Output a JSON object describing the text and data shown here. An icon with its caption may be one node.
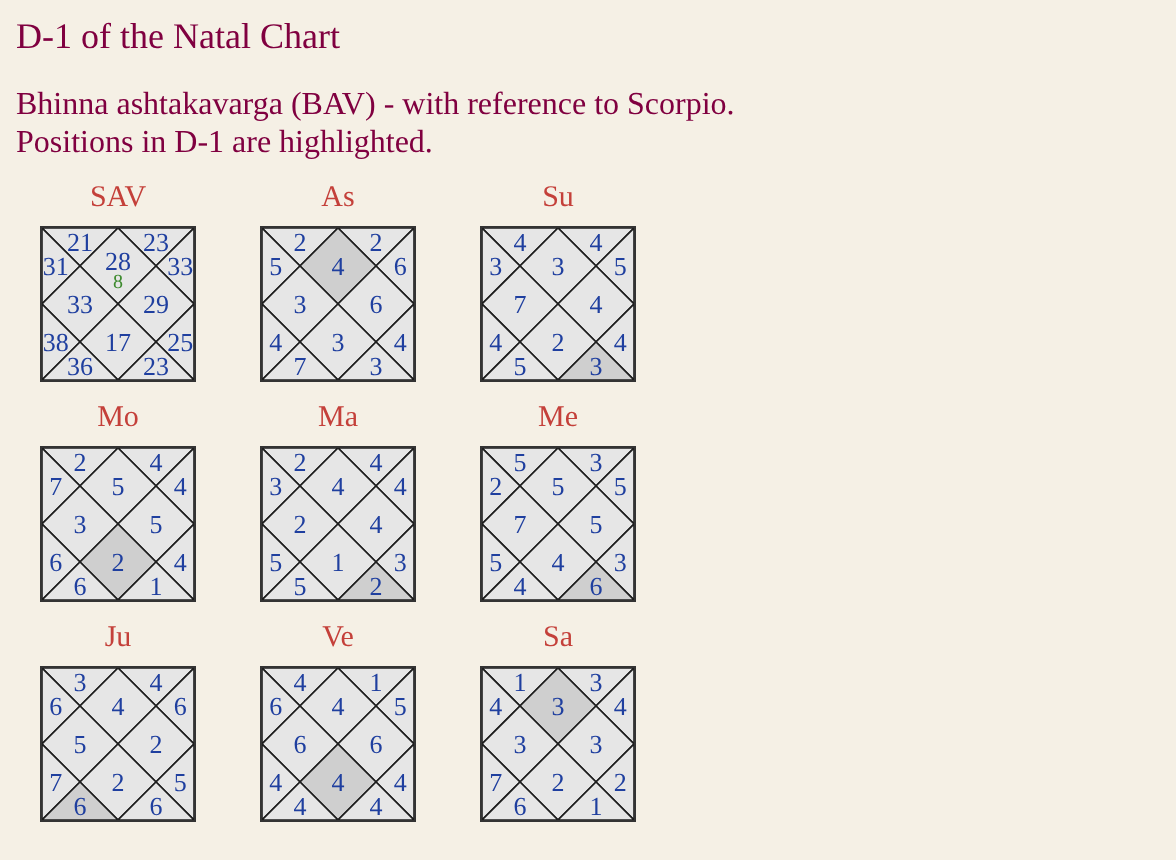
{
  "diagram": {
    "title": "D-1 of the Natal Chart",
    "labels": [
      "Bhinna ashtakavarga (BAV) - with reference to Scorpio.",
      "Positions in D-1 are highlighted."
    ],
    "nodes": [
      {
        "text": [
          "SAV"
        ]
      },
      {
        "text": [
          "21"
        ],
        "in": 0
      },
      {
        "text": [
          "23"
        ],
        "in": 0
      },
      {
        "text": [
          "31"
        ],
        "in": 0
      },
      {
        "text": [
          "28",
          "8"
        ],
        "in": 0
      },
      {
        "text": [
          "33"
        ],
        "in": 0
      },
      {
        "text": [
          "33"
        ],
        "in": 0
      },
      {
        "text": [
          "29"
        ],
        "in": 0
      },
      {
        "text": [
          "38"
        ],
        "in": 0
      },
      {
        "text": [
          "17"
        ],
        "in": 0
      },
      {
        "text": [
          "25"
        ],
        "in": 0
      },
      {
        "text": [
          "36"
        ],
        "in": 0
      },
      {
        "text": [
          "23"
        ],
        "in": 0
      },
      {
        "text": [
          "As"
        ]
      },
      {
        "text": [
          "2"
        ],
        "in": 13
      },
      {
        "text": [
          "2"
        ],
        "in": 13
      },
      {
        "text": [
          "5"
        ],
        "in": 13
      },
      {
        "text": [
          "4"
        ],
        "in": 13
      },
      {
        "text": [
          "6"
        ],
        "in": 13
      },
      {
        "text": [
          "3"
        ],
        "in": 13
      },
      {
        "text": [
          "6"
        ],
        "in": 13
      },
      {
        "text": [
          "4"
        ],
        "in": 13
      },
      {
        "text": [
          "3"
        ],
        "in": 13
      },
      {
        "text": [
          "4"
        ],
        "in": 13
      },
      {
        "text": [
          "7"
        ],
        "in": 13
      },
      {
        "text": [
          "3"
        ],
        "in": 13
      },
      {
        "text": [
          "Su"
        ]
      },
      {
        "text": [
          "4"
        ],
        "in": 26
      },
      {
        "text": [
          "4"
        ],
        "in": 26
      },
      {
        "text": [
          "3"
        ],
        "in": 26
      },
      {
        "text": [
          "3"
        ],
        "in": 26
      },
      {
        "text": [
          "5"
        ],
        "in": 26
      },
      {
        "text": [
          "7"
        ],
        "in": 26
      },
      {
        "text": [
          "4"
        ],
        "in": 26
      },
      {
        "text": [
          "4"
        ],
        "in": 26
      },
      {
        "text": [
          "2"
        ],
        "in": 26
      },
      {
        "text": [
          "4"
        ],
        "in": 26
      },
      {
        "text": [
          "5"
        ],
        "in": 26
      },
      {
        "text": [
          "3"
        ],
        "in": 26
      },
      {
        "text": [
          "Mo"
        ]
      },
      {
        "text": [
          "2"
        ],
        "in": 39
      },
      {
        "text": [
          "4"
        ],
        "in": 39
      },
      {
        "text": [
          "7"
        ],
        "in": 39
      },
      {
        "text": [
          "5"
        ],
        "in": 39
      },
      {
        "text": [
          "4"
        ],
        "in": 39
      },
      {
        "text": [
          "3"
        ],
        "in": 39
      },
      {
        "text": [
          "5"
        ],
        "in": 39
      },
      {
        "text": [
          "6"
        ],
        "in": 39
      },
      {
        "text": [
          "2"
        ],
        "in": 39
      },
      {
        "text": [
          "4"
        ],
        "in": 39
      },
      {
        "text": [
          "6"
        ],
        "in": 39
      },
      {
        "text": [
          "1"
        ],
        "in": 39
      },
      {
        "text": [
          "Ma"
        ]
      },
      {
        "text": [
          "2"
        ],
        "in": 52
      },
      {
        "text": [
          "4"
        ],
        "in": 52
      },
      {
        "text": [
          "3"
        ],
        "in": 52
      },
      {
        "text": [
          "4"
        ],
        "in": 52
      },
      {
        "text": [
          "4"
        ],
        "in": 52
      },
      {
        "text": [
          "2"
        ],
        "in": 52
      },
      {
        "text": [
          "4"
        ],
        "in": 52
      },
      {
        "text": [
          "5"
        ],
        "in": 52
      },
      {
        "text": [
          "1"
        ],
        "in": 52
      },
      {
        "text": [
          "3"
        ],
        "in": 52
      },
      {
        "text": [
          "5"
        ],
        "in": 52
      },
      {
        "text": [
          "2"
        ],
        "in": 52
      },
      {
        "text": [
          "Me"
        ]
      },
      {
        "text": [
          "5"
        ],
        "in": 65
      },
      {
        "text": [
          "3"
        ],
        "in": 65
      },
      {
        "text": [
          "2"
        ],
        "in": 65
      },
      {
        "text": [
          "5"
        ],
        "in": 65
      },
      {
        "text": [
          "5"
        ],
        "in": 65
      },
      {
        "text": [
          "7"
        ],
        "in": 65
      },
      {
        "text": [
          "5"
        ],
        "in": 65
      },
      {
        "text": [
          "5"
        ],
        "in": 65
      },
      {
        "text": [
          "4"
        ],
        "in": 65
      },
      {
        "text": [
          "3"
        ],
        "in": 65
      },
      {
        "text": [
          "4"
        ],
        "in": 65
      },
      {
        "text": [
          "6"
        ],
        "in": 65
      },
      {
        "text": [
          "Ju"
        ]
      },
      {
        "text": [
          "3"
        ],
        "in": 78
      },
      {
        "text": [
          "4"
        ],
        "in": 78
      },
      {
        "text": [
          "6"
        ],
        "in": 78
      },
      {
        "text": [
          "4"
        ],
        "in": 78
      },
      {
        "text": [
          "6"
        ],
        "in": 78
      },
      {
        "text": [
          "5"
        ],
        "in": 78
      },
      {
        "text": [
          "2"
        ],
        "in": 78
      },
      {
        "text": [
          "7"
        ],
        "in": 78
      },
      {
        "text": [
          "2"
        ],
        "in": 78
      },
      {
        "text": [
          "5"
        ],
        "in": 78
      },
      {
        "text": [
          "6"
        ],
        "in": 78
      },
      {
        "text": [
          "6"
        ],
        "in": 78
      },
      {
        "text": [
          "Ve"
        ]
      },
      {
        "text": [
          "4"
        ],
        "in": 91
      },
      {
        "text": [
          "1"
        ],
        "in": 91
      },
      {
        "text": [
          "6"
        ],
        "in": 91
      },
      {
        "text": [
          "4"
        ],
        "in": 91
      },
      {
        "text": [
          "5"
        ],
        "in": 91
      },
      {
        "text": [
          "6"
        ],
        "in": 91
      },
      {
        "text": [
          "6"
        ],
        "in": 91
      },
      {
        "text": [
          "4"
        ],
        "in": 91
      },
      {
        "text": [
          "4"
        ],
        "in": 91
      },
      {
        "text": [
          "4"
        ],
        "in": 91
      },
      {
        "text": [
          "4"
        ],
        "in": 91
      },
      {
        "text": [
          "4"
        ],
        "in": 91
      },
      {
        "text": [
          "Sa"
        ]
      },
      {
        "text": [
          "1"
        ],
        "in": 104
      },
      {
        "text": [
          "3"
        ],
        "in": 104
      },
      {
        "text": [
          "4"
        ],
        "in": 104
      },
      {
        "text": [
          "3"
        ],
        "in": 104
      },
      {
        "text": [
          "4"
        ],
        "in": 104
      },
      {
        "text": [
          "3"
        ],
        "in": 104
      },
      {
        "text": [
          "3"
        ],
        "in": 104
      },
      {
        "text": [
          "7"
        ],
        "in": 104
      },
      {
        "text": [
          "2"
        ],
        "in": 104
      },
      {
        "text": [
          "2"
        ],
        "in": 104
      },
      {
        "text": [
          "6"
        ],
        "in": 104
      },
      {
        "text": [
          "1"
        ],
        "in": 104
      }
    ]
  }
}
